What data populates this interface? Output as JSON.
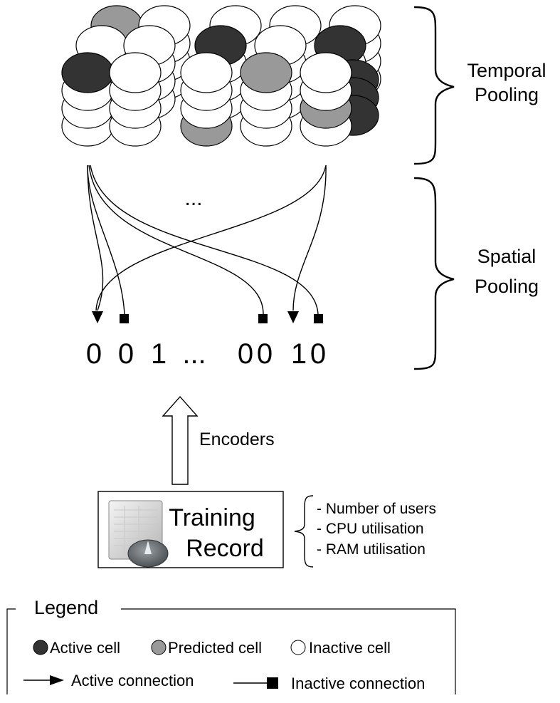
{
  "labels": {
    "temporal": [
      "Temporal",
      "Pooling"
    ],
    "spatial": [
      "Spatial",
      "Pooling"
    ],
    "ellipsis": "...",
    "encoders": "Encoders",
    "record": [
      "Training",
      "Record"
    ]
  },
  "bits": [
    "0",
    "0",
    "1",
    "...",
    "0",
    "0",
    "1",
    "0"
  ],
  "features": [
    "- Number of users",
    "- CPU utilisation",
    "- RAM utilisation"
  ],
  "legend": {
    "title": "Legend",
    "active_cell": "Active cell",
    "predicted_cell": "Predicted cell",
    "inactive_cell": "Inactive cell",
    "active_connection": "Active connection",
    "inactive_connection": "Inactive connection"
  },
  "colors": {
    "active": "#333333",
    "predicted": "#999999",
    "inactive": "#ffffff",
    "stroke": "#000000"
  },
  "columns": [
    {
      "front": [
        "active",
        "inactive",
        "inactive",
        "inactive"
      ],
      "back": [
        "predicted",
        "inactive"
      ]
    },
    {
      "front": [
        "inactive",
        "inactive",
        "inactive",
        "inactive"
      ],
      "back": [
        "inactive",
        "inactive"
      ]
    },
    {
      "front": [
        "inactive",
        "inactive",
        "inactive",
        "predicted"
      ],
      "back": [
        "inactive",
        "active"
      ]
    },
    {
      "front": [
        "predicted",
        "inactive",
        "inactive",
        "inactive"
      ],
      "back": [
        "inactive",
        "inactive"
      ]
    },
    {
      "front": [
        "inactive",
        "inactive",
        "predicted",
        "inactive"
      ],
      "back": [
        "inactive",
        "active"
      ],
      "side": "active"
    }
  ]
}
